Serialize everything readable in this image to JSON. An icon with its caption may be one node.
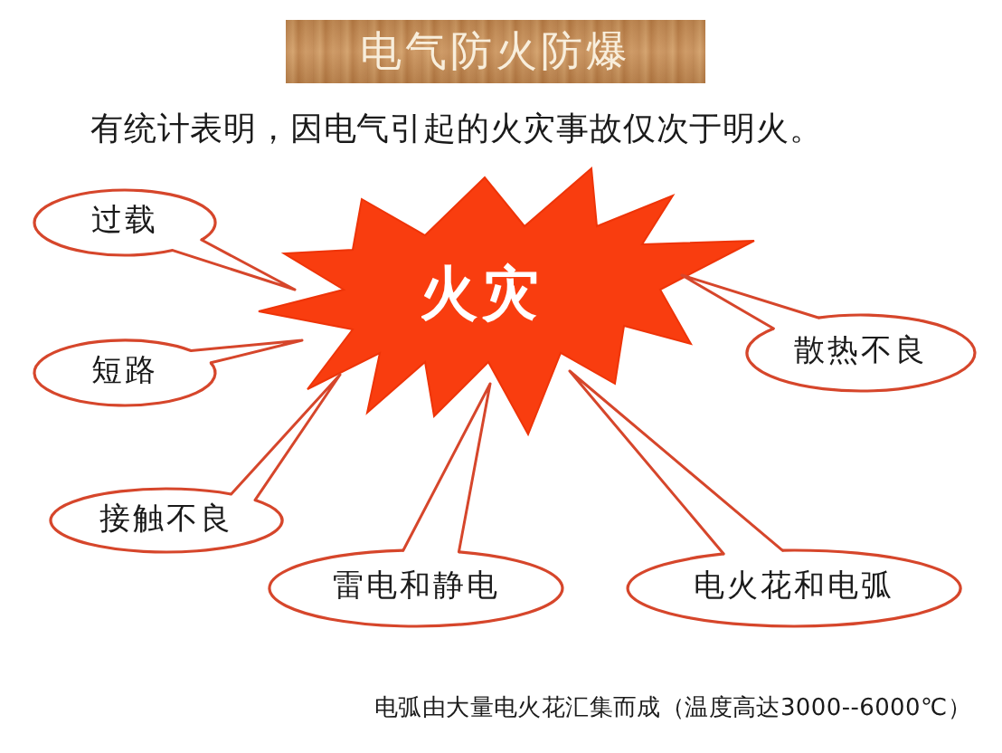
{
  "diagram": {
    "title": "电气防火防爆",
    "nodes": [
      {
        "text": [
          "火灾"
        ]
      },
      {
        "text": [
          "过载"
        ]
      },
      {
        "text": [
          "短路"
        ]
      },
      {
        "text": [
          "散热不良"
        ]
      },
      {
        "text": [
          "接触不良"
        ]
      },
      {
        "text": [
          "雷电和静电"
        ]
      },
      {
        "text": [
          "电火花和电弧"
        ]
      }
    ],
    "edges": [
      {
        "from": 1,
        "to": 0,
        "arrow": "none"
      },
      {
        "from": 2,
        "to": 0,
        "arrow": "none"
      },
      {
        "from": 3,
        "to": 0,
        "arrow": "none"
      },
      {
        "from": 4,
        "to": 0,
        "arrow": "none"
      },
      {
        "from": 5,
        "to": 0,
        "arrow": "none"
      },
      {
        "from": 6,
        "to": 0,
        "arrow": "none"
      }
    ],
    "labels": [
      "有统计表明，因电气引起的火灾事故仅次于明火。",
      "电弧由大量电火花汇集而成（温度高达3000--6000℃）"
    ]
  }
}
